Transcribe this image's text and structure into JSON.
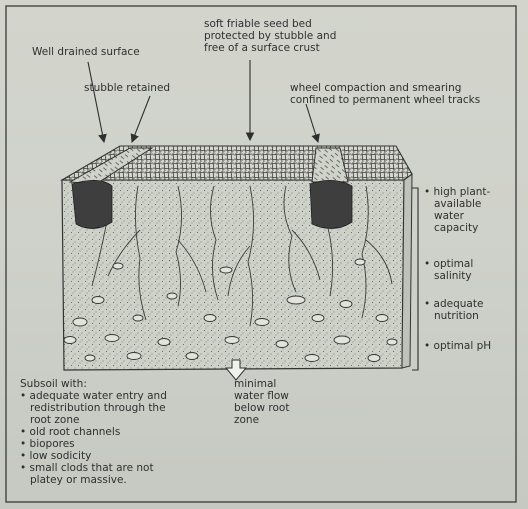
{
  "annotations": {
    "seed_bed": [
      "soft friable seed bed",
      "protected by stubble and",
      "free of a surface crust"
    ],
    "well_drained": "Well drained surface",
    "stubble": "stubble retained",
    "wheel": [
      "wheel compaction and smearing",
      "confined to permanent wheel tracks"
    ],
    "soil_properties": [
      [
        "high plant-",
        "available",
        "water",
        "capacity"
      ],
      [
        "optimal",
        "salinity"
      ],
      [
        "adequate",
        "nutrition"
      ],
      [
        "optimal pH"
      ]
    ],
    "subsoil_heading": "Subsoil with:",
    "subsoil_items": [
      [
        "adequate water entry and",
        "redistribution through the",
        "root zone"
      ],
      [
        "old root channels"
      ],
      [
        "biopores"
      ],
      [
        "low sodicity"
      ],
      [
        "small clods that are not",
        "platey or massive."
      ]
    ],
    "water_flow": [
      "minimal",
      "water flow",
      "below root",
      "zone"
    ]
  },
  "colors": {
    "ink": "#2f2f2f",
    "paper": "#d3d5cd",
    "soil": "#cdd0c7"
  },
  "icons": [
    "down-arrow-icon"
  ]
}
